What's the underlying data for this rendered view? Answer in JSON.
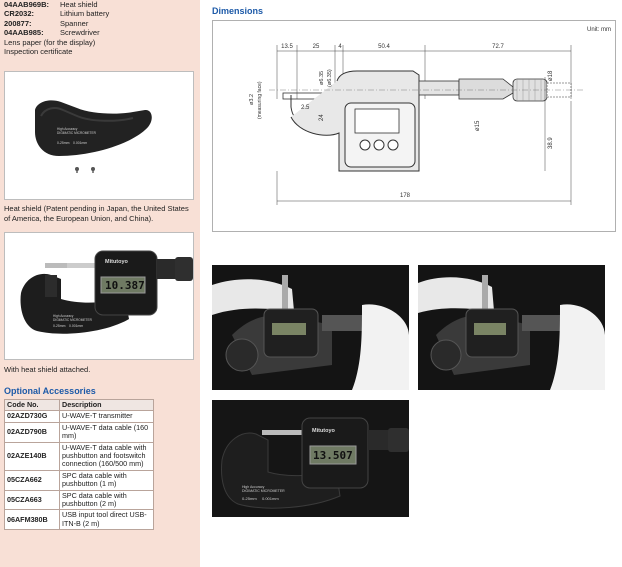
{
  "standard_accessories_partial": [
    {
      "code": "04AAB969B:",
      "desc": "Heat shield"
    },
    {
      "code": "CR2032:",
      "desc": "Lithium battery"
    },
    {
      "code": "200877:",
      "desc": "Spanner"
    },
    {
      "code": "04AAB985:",
      "desc": "Screwdriver"
    }
  ],
  "extra_lines": [
    "Lens paper (for the display)",
    "Inspection certificate"
  ],
  "heat_shield_caption": "Heat shield (Patent pending in Japan, the United States of America, the European Union, and China).",
  "attached_caption": "With heat shield attached.",
  "product_text": {
    "brand": "Mitutoyo",
    "range": "0-25mm",
    "resolution": "0.001mm",
    "line1": "High Accuracy",
    "line2": "DIGIMATIC MICROMETER",
    "lcd_reading": "10.387"
  },
  "optional_accessories": {
    "title": "Optional Accessories",
    "headers": [
      "Code No.",
      "Description"
    ],
    "rows": [
      {
        "code": "02AZD730G",
        "desc": "U-WAVE-T transmitter"
      },
      {
        "code": "02AZD790B",
        "desc": "U-WAVE-T data cable (160 mm)"
      },
      {
        "code": "02AZE140B",
        "desc": "U-WAVE-T data cable with pushbutton and footswitch connection (160/500 mm)"
      },
      {
        "code": "05CZA662",
        "desc": "SPC data cable with pushbutton (1 m)"
      },
      {
        "code": "05CZA663",
        "desc": "SPC data cable with pushbutton (2 m)"
      },
      {
        "code": "06AFM380B",
        "desc": "USB input tool direct USB-ITN-B (2 m)"
      }
    ]
  },
  "dimensions": {
    "title": "Dimensions",
    "unit": "Unit: mm",
    "labels": {
      "d135": "13.5",
      "d25": "25",
      "d4": "4",
      "d504": "50.4",
      "d727": "72.7",
      "d25b": "2.5",
      "d24": "24",
      "d32": "ø3.2",
      "dmeas": "(measuring face)",
      "d635a": "ø6.35",
      "d635b": "(ø6.35)",
      "d15": "ø15",
      "d188": "ø18",
      "d389": "38.9",
      "d178": "178"
    }
  },
  "photo_lcd_readings": [
    "10.387",
    "13.507"
  ]
}
